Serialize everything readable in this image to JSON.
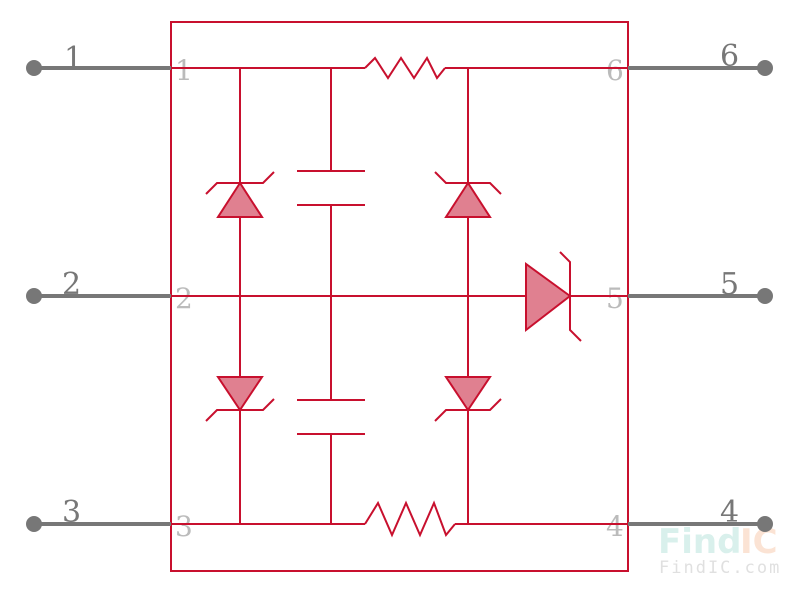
{
  "pins": [
    {
      "number": "1",
      "side": "left"
    },
    {
      "number": "2",
      "side": "left"
    },
    {
      "number": "3",
      "side": "left"
    },
    {
      "number": "4",
      "side": "right"
    },
    {
      "number": "5",
      "side": "right"
    },
    {
      "number": "6",
      "side": "right"
    }
  ],
  "watermark": {
    "logo_a": "Find",
    "logo_b": "IC",
    "url": "FindIC.com"
  },
  "colors": {
    "body": "#c8102e",
    "pin": "#777777",
    "fill": "#e08090"
  }
}
